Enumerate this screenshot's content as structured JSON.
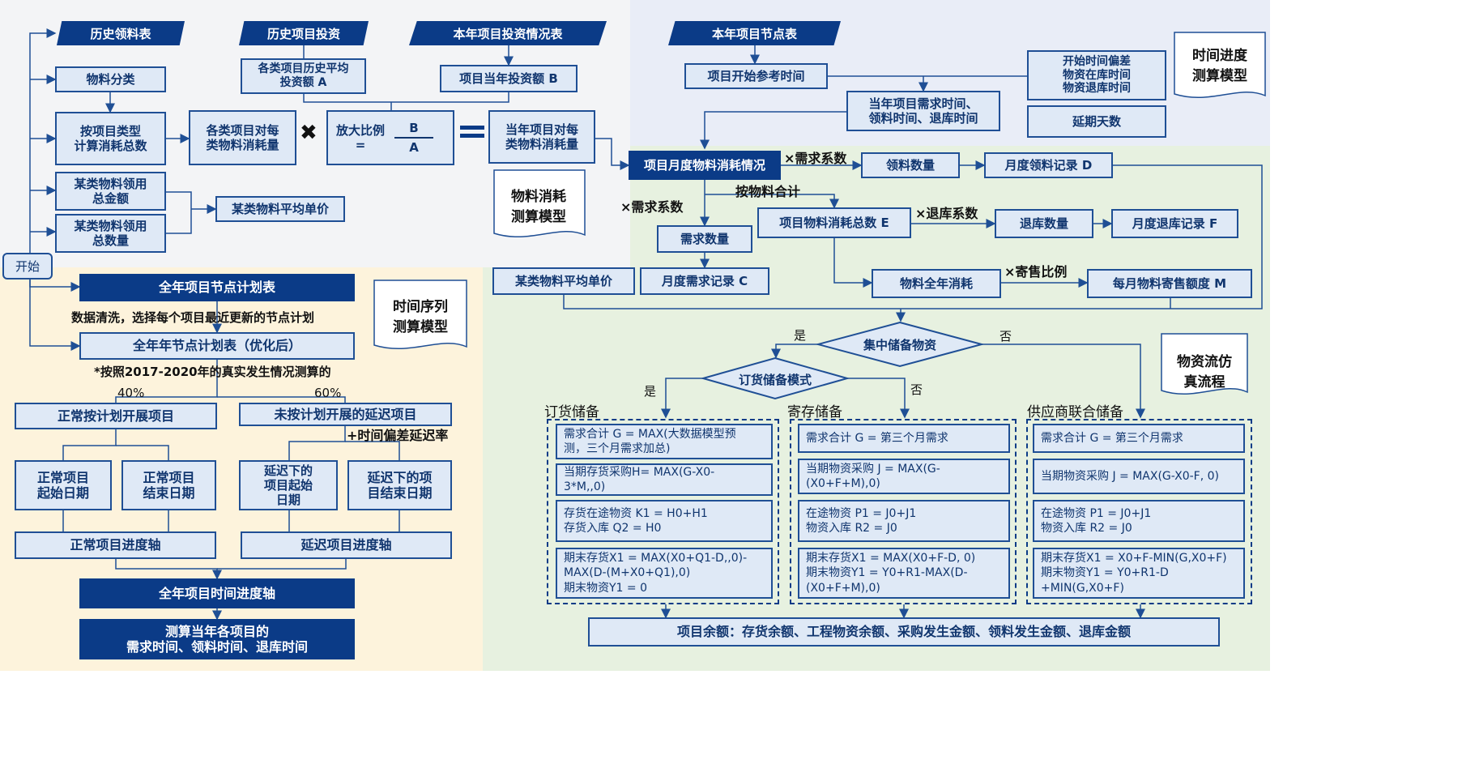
{
  "start": "开始",
  "mat": {
    "hist_issue": "历史领料表",
    "hist_inv": "历史项目投资",
    "cur_inv": "本年项目投资情况表",
    "classify": "物料分类",
    "hist_avg": "各类项目历史平均\n投资额 A",
    "cur_amount": "项目当年投资额 B",
    "by_type": "按项目类型\n计算消耗总数",
    "hist_each": "各类项目对每\n类物料消耗量",
    "ratio_label": "放大比例",
    "ratio_eq": "=",
    "ratio_num": "B",
    "ratio_den": "A",
    "cur_each": "当年项目对每\n类物料消耗量",
    "issue_total_amt": "某类物料领用\n总金额",
    "issue_total_qty": "某类物料领用\n总数量",
    "unit_price": "某类物料平均单价",
    "model": "物料消耗\n测算模型"
  },
  "time": {
    "node_table": "本年项目节点表",
    "ref_time": "项目开始参考时间",
    "offsets": "开始时间偏差\n物资在库时间\n物资退库时间",
    "delay_days": "延期天数",
    "need_times": "当年项目需求时间、\n领料时间、退库时间",
    "model": "时间进度\n测算模型"
  },
  "seq": {
    "plan": "全年项目节点计划表",
    "clean": "数据清洗，选择每个项目最近更新的节点计划",
    "optimized": "全年年节点计划表（优化后）",
    "note": "*按照2017-2020年的真实发生情况测算的",
    "pct_normal": "40%",
    "pct_delay": "60%",
    "normal": "正常按计划开展项目",
    "delayed": "未按计划开展的延迟项目",
    "delay_rate": "+时间偏差延迟率",
    "n_start": "正常项目\n起始日期",
    "n_end": "正常项目\n结束日期",
    "d_start": "延迟下的\n项目起始\n日期",
    "d_end": "延迟下的项\n目结束日期",
    "n_axis": "正常项目进度轴",
    "d_axis": "延迟项目进度轴",
    "year_axis": "全年项目时间进度轴",
    "result": "测算当年各项目的\n需求时间、领料时间、退库时间",
    "model": "时间序列\n测算模型"
  },
  "flow": {
    "monthly": "项目月度物料消耗情况",
    "x_demand1": "×需求系数",
    "issue_qty": "领料数量",
    "rec_d": "月度领料记录 D",
    "x_demand2": "×需求系数",
    "by_material": "按物料合计",
    "demand_qty": "需求数量",
    "total_e": "项目物料消耗总数 E",
    "x_return": "×退库系数",
    "return_qty": "退库数量",
    "rec_f": "月度退库记录 F",
    "unit_price": "某类物料平均单价",
    "rec_c": "月度需求记录 C",
    "annual": "物料全年消耗",
    "x_consign": "×寄售比例",
    "consign_m": "每月物料寄售额度 M",
    "central": "集中储备物资",
    "yes1": "是",
    "no1": "否",
    "order_mode": "订货储备模式",
    "yes2": "是",
    "no2": "否",
    "sim_model": "物资流仿\n真流程",
    "col1": {
      "title": "订货储备",
      "rows": [
        "需求合计 G = MAX(大数据模型预\n测，三个月需求加总)",
        "当期存货采购H= MAX(G-X0-\n3*M,,0)",
        "存货在途物资 K1 = H0+H1\n存货入库 Q2 = H0",
        "期末存货X1 = MAX(X0+Q1-D,,0)-\nMAX(D-(M+X0+Q1),0)\n期末物资Y1 = 0"
      ]
    },
    "col2": {
      "title": "寄存储备",
      "rows": [
        "需求合计 G = 第三个月需求",
        "当期物资采购 J = MAX(G-\n(X0+F+M),0)",
        "在途物资 P1 = J0+J1\n物资入库 R2 = J0",
        "期末存货X1 = MAX(X0+F-D, 0)\n期末物资Y1 = Y0+R1-MAX(D-\n(X0+F+M),0)"
      ]
    },
    "col3": {
      "title": "供应商联合储备",
      "rows": [
        "需求合计 G = 第三个月需求",
        "当期物资采购 J = MAX(G-X0-F, 0)",
        "在途物资 P1 = J0+J1\n物资入库 R2 = J0",
        "期末存货X1 = X0+F-MIN(G,X0+F)\n期末物资Y1 = Y0+R1-D\n+MIN(G,X0+F)"
      ]
    },
    "balance": "项目余额：存货余额、工程物资余额、采购发生金额、领料发生金额、退库金额"
  },
  "colors": {
    "navy": "#0b3b87",
    "box_fill": "#dfe9f6",
    "region_gray": "#f3f4f6",
    "region_lav": "#e9edf7",
    "region_cream": "#fdf3dc",
    "region_green": "#e7f1e0"
  }
}
